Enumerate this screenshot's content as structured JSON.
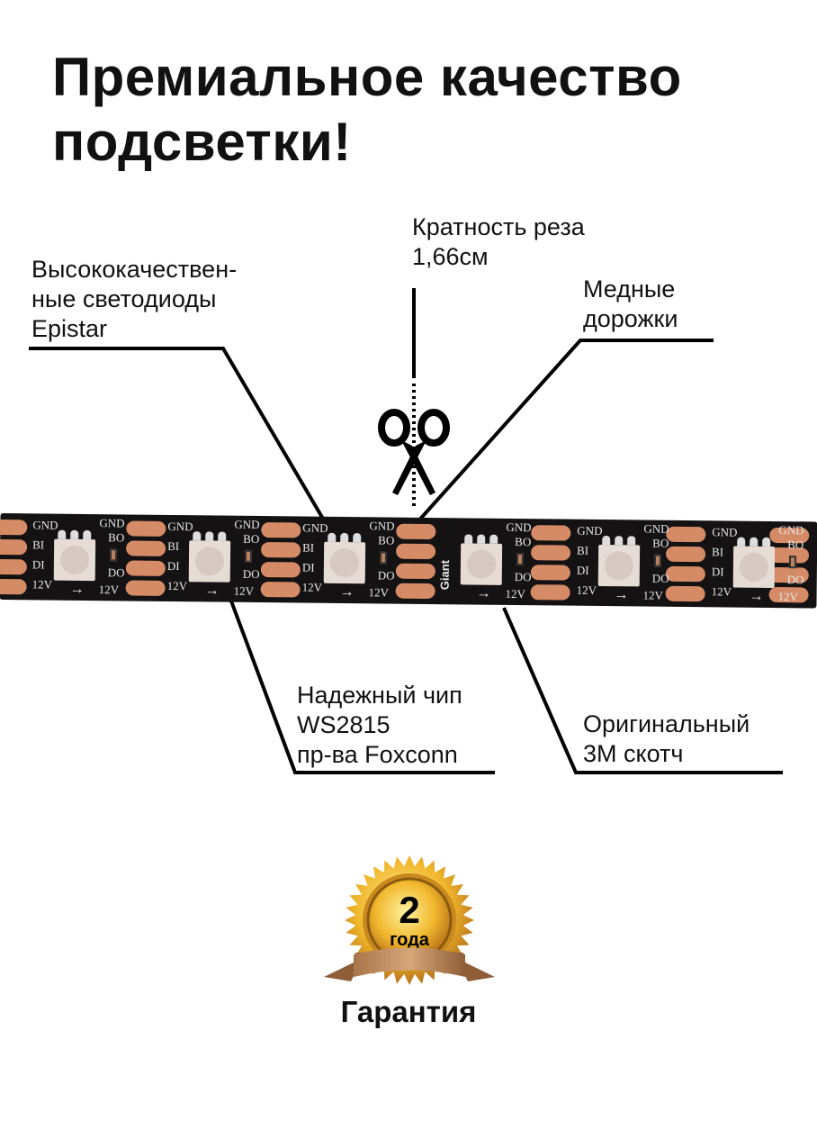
{
  "title": "Премиальное качество подсветки!",
  "callouts": {
    "leds": "Высококачествен-\nные светодиоды\nEpistar",
    "cut": "Кратность реза\n1,66см",
    "copper": "Медные\nдорожки",
    "chip": "Надежный чип\nWS2815\nпр-ва Foxconn",
    "tape": "Оригинальный\n3М скотч"
  },
  "strip": {
    "pad_labels": [
      "GND",
      "BI",
      "DI",
      "12V"
    ],
    "out_labels": [
      "GND",
      "BO",
      "DO",
      "12V"
    ],
    "brand": "Giant",
    "pad_color": "#d48b66",
    "pcb_color": "#141213"
  },
  "badge": {
    "number": "2",
    "unit": "года",
    "label": "Гарантия"
  }
}
